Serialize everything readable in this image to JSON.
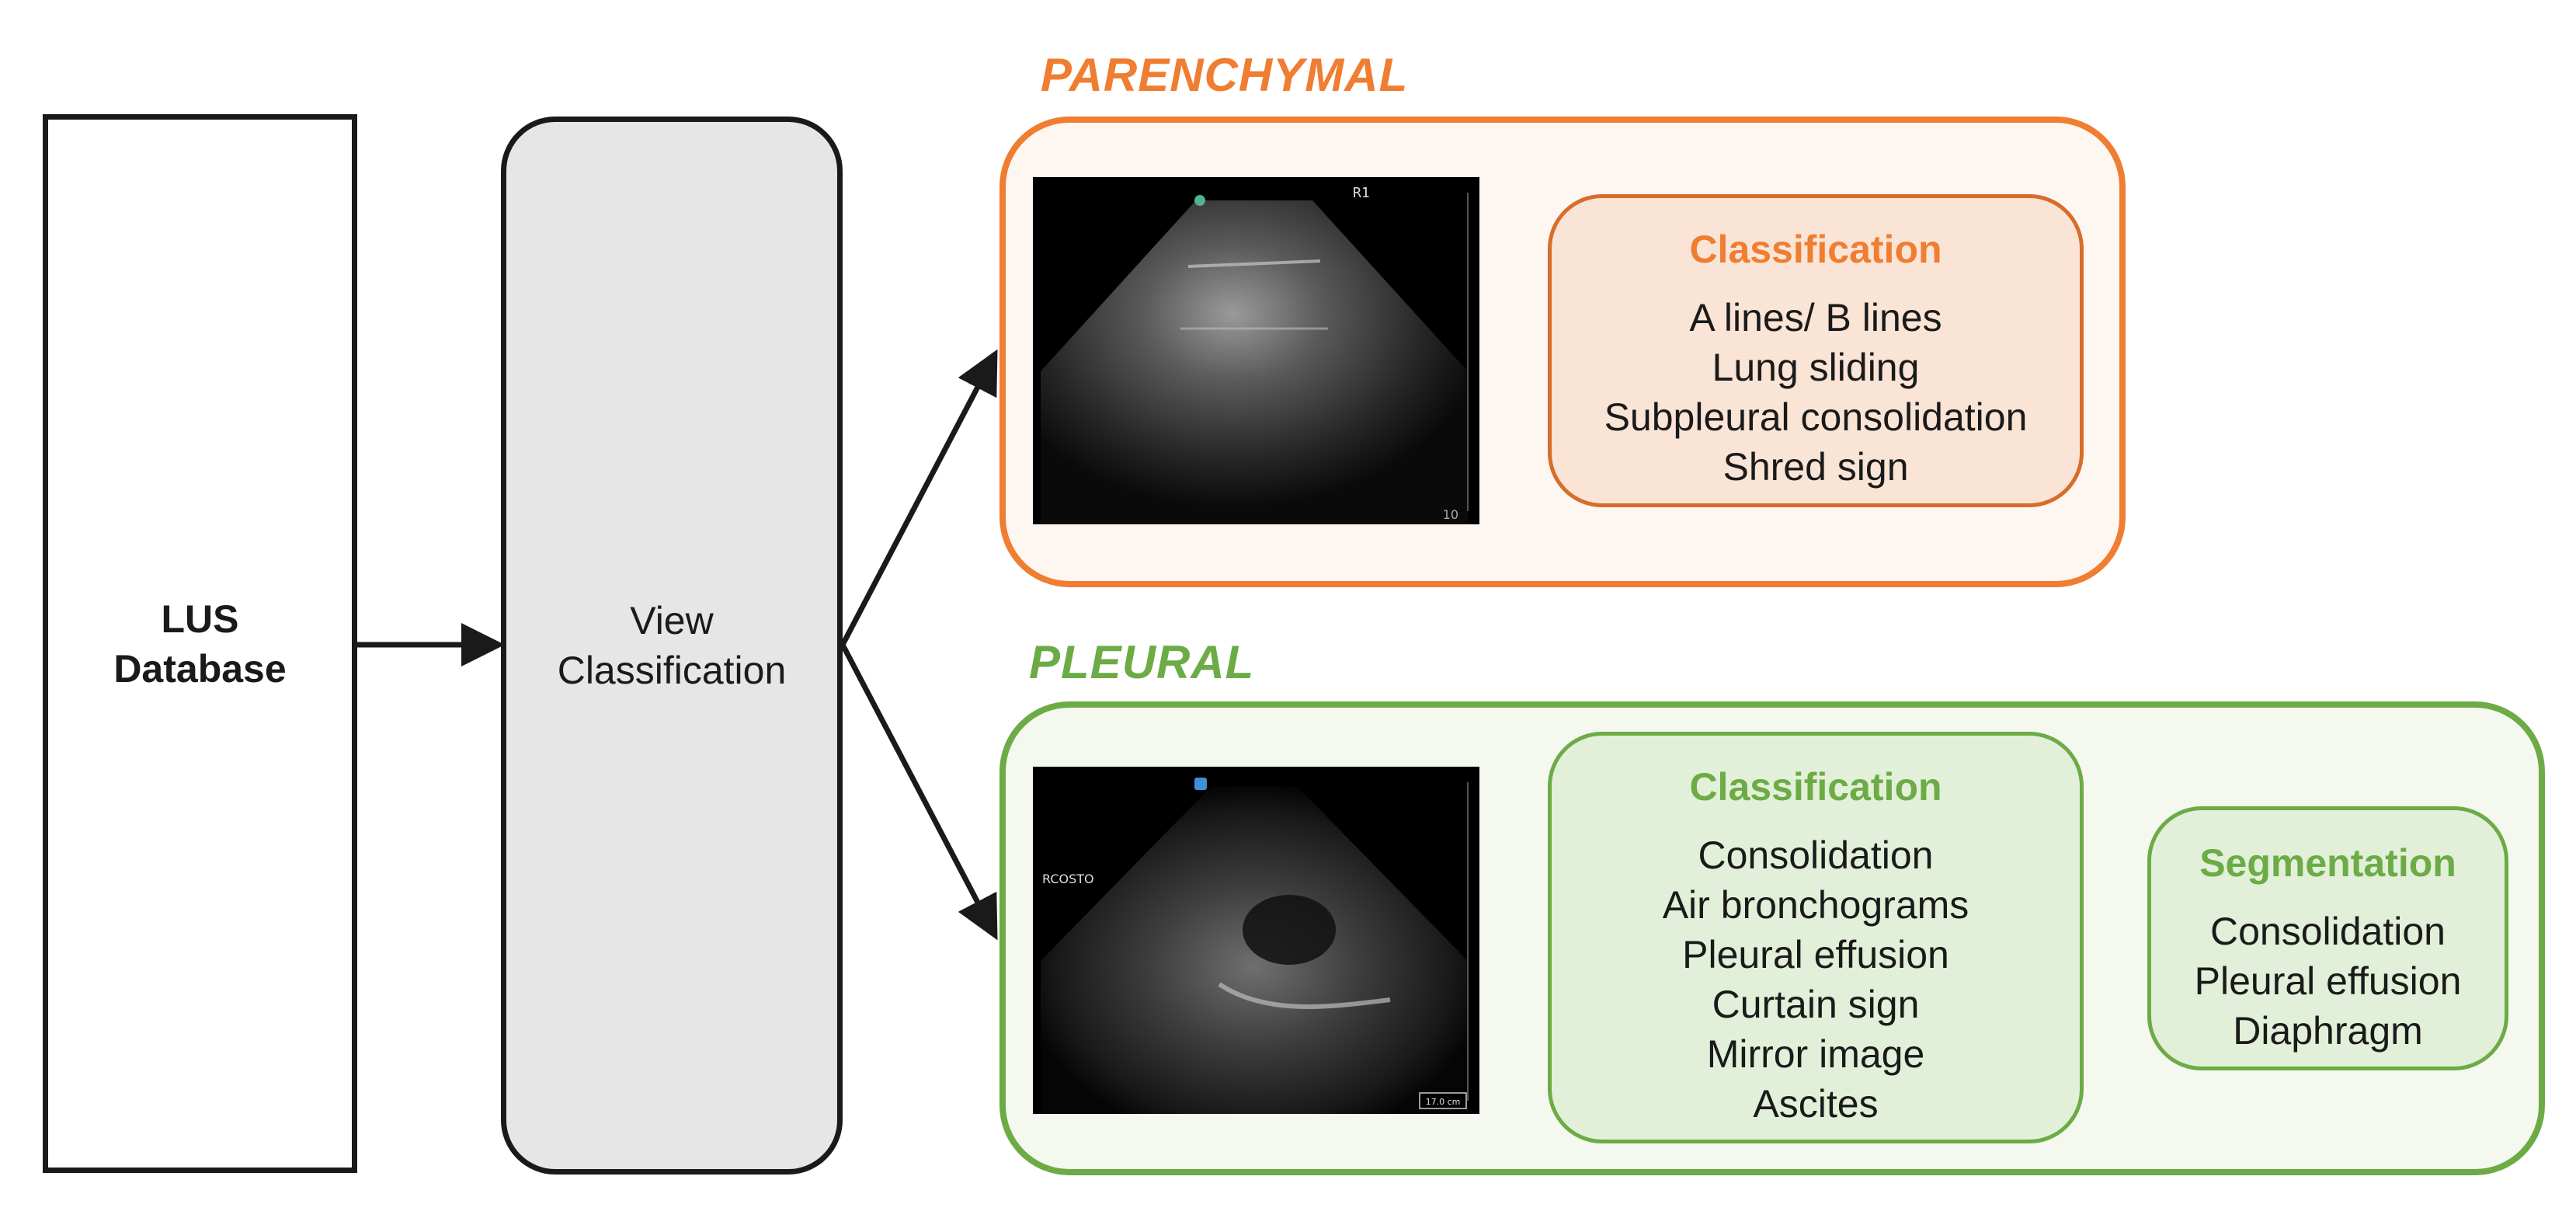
{
  "lus_database": {
    "line1": "LUS",
    "line2": "Database"
  },
  "view_classification": {
    "line1": "View",
    "line2": "Classification"
  },
  "parenchymal": {
    "title": "PARENCHYMAL",
    "image": {
      "marker_text": "R1",
      "depth_label": "10"
    },
    "classification": {
      "title": "Classification",
      "items": [
        "A lines/ B lines",
        "Lung sliding",
        "Subpleural consolidation",
        "Shred sign"
      ]
    }
  },
  "pleural": {
    "title": "PLEURAL",
    "image": {
      "side_label": "RCOSTO",
      "scale_label": "17.0 cm"
    },
    "classification": {
      "title": "Classification",
      "items": [
        "Consolidation",
        "Air bronchograms",
        "Pleural effusion",
        "Curtain sign",
        "Mirror image",
        "Ascites"
      ]
    },
    "segmentation": {
      "title": "Segmentation",
      "items": [
        "Consolidation",
        "Pleural effusion",
        "Diaphragm"
      ]
    }
  },
  "colors": {
    "parenchymal": "#ef7d32",
    "pleural": "#6cab45",
    "arrow": "#1a1a1a"
  }
}
